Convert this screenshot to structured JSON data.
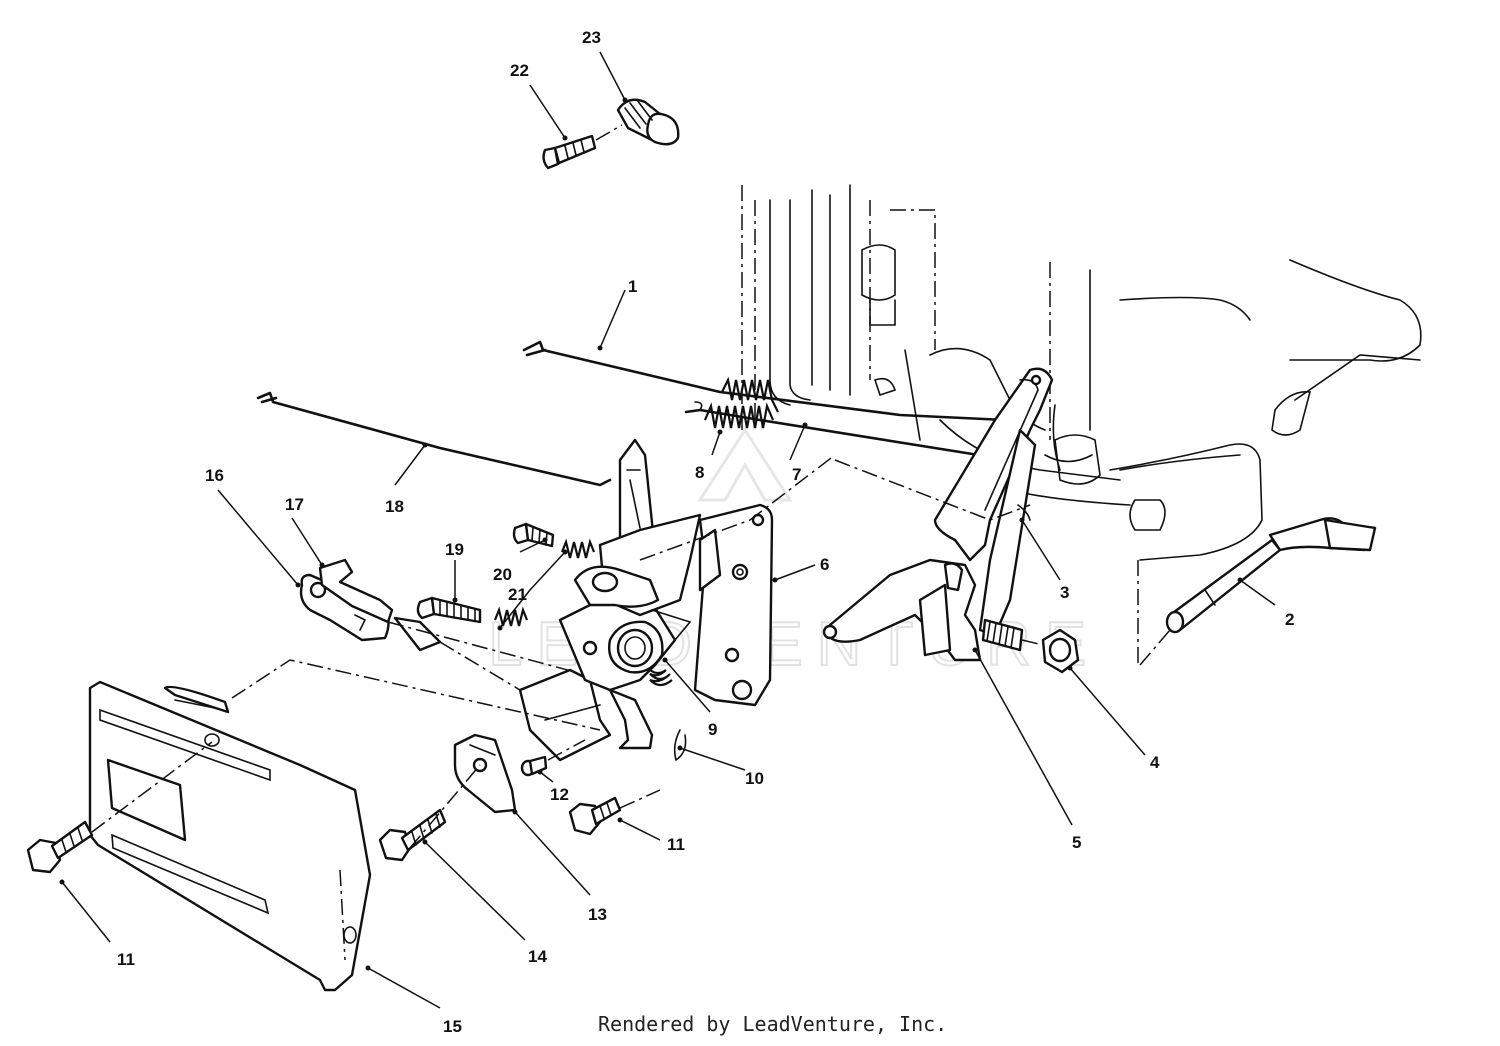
{
  "credit": "Rendered by LeadVenture, Inc.",
  "watermark": "LEADVENTURE",
  "callouts": {
    "c1": "1",
    "c2": "2",
    "c3": "3",
    "c4": "4",
    "c5": "5",
    "c6": "6",
    "c7": "7",
    "c8": "8",
    "c9": "9",
    "c10": "10",
    "c11a": "11",
    "c11b": "11",
    "c12": "12",
    "c13": "13",
    "c14": "14",
    "c15": "15",
    "c16": "16",
    "c17": "17",
    "c18": "18",
    "c19": "19",
    "c20": "20",
    "c21": "21",
    "c22": "22",
    "c23": "23"
  }
}
